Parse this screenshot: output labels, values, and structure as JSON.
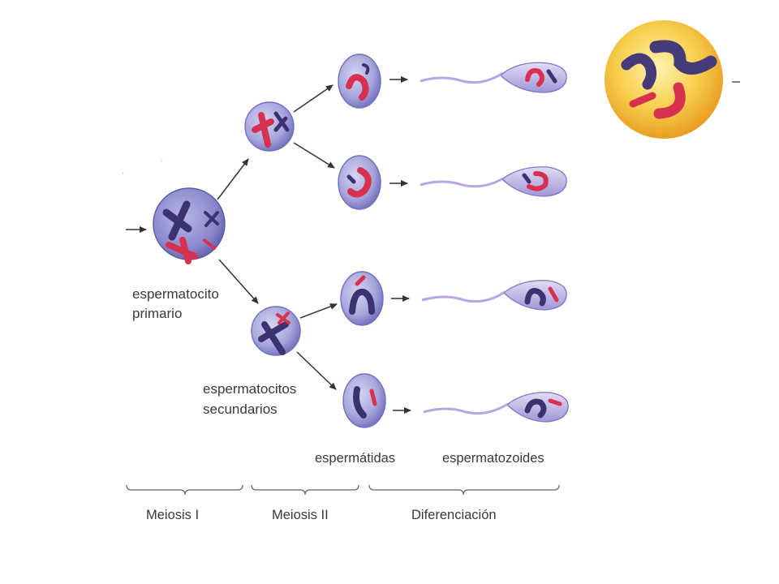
{
  "labels": {
    "primary_line1": "espermatocito",
    "primary_line2": "primario",
    "secondary_line1": "espermatocitos",
    "secondary_line2": "secundarios",
    "spermatids": "espermátidas",
    "spermatozoa": "espermatozoides"
  },
  "stages": {
    "meiosis1": "Meiosis I",
    "meiosis2": "Meiosis II",
    "differentiation": "Diferenciación"
  },
  "colors": {
    "cell_membrane": "#8f8ed0",
    "chromosome_dark": "#463a78",
    "chromosome_red": "#d8304f",
    "detail_cell": "#f0b020",
    "tail": "#b7a6df"
  }
}
